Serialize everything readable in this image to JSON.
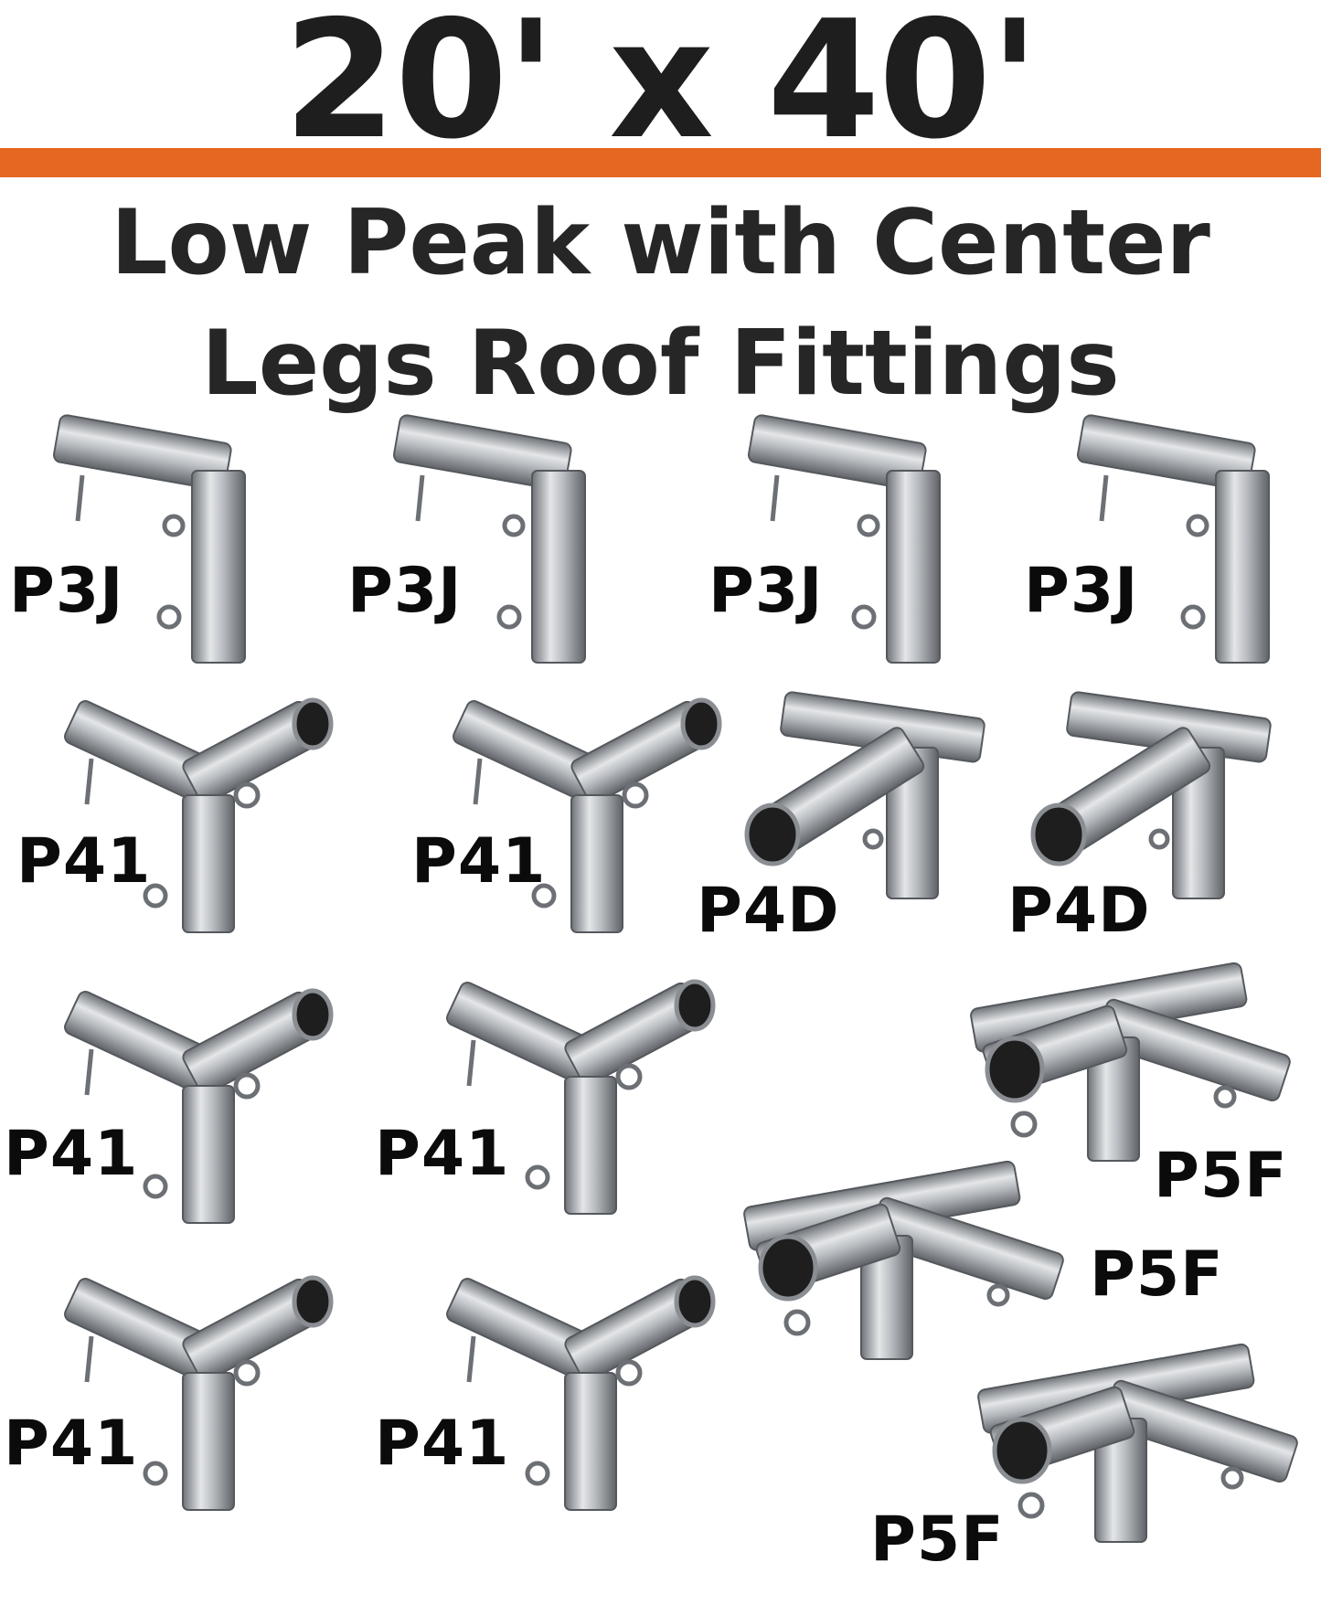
{
  "title": "20' x 40'",
  "subtitle_line1": "Low Peak with Center",
  "subtitle_line2": "Legs Roof Fittings",
  "colors": {
    "accent": "#e66721",
    "text": "#1e1e1e",
    "metal": "#a9adb2"
  },
  "fittings": [
    {
      "code": "P3J",
      "kind": "elbow"
    },
    {
      "code": "P3J",
      "kind": "elbow"
    },
    {
      "code": "P3J",
      "kind": "elbow"
    },
    {
      "code": "P3J",
      "kind": "elbow"
    },
    {
      "code": "P41",
      "kind": "y-fitting"
    },
    {
      "code": "P41",
      "kind": "y-fitting"
    },
    {
      "code": "P4D",
      "kind": "four-way"
    },
    {
      "code": "P4D",
      "kind": "four-way"
    },
    {
      "code": "P41",
      "kind": "y-fitting"
    },
    {
      "code": "P41",
      "kind": "y-fitting"
    },
    {
      "code": "P5F",
      "kind": "five-way"
    },
    {
      "code": "P5F",
      "kind": "five-way"
    },
    {
      "code": "P41",
      "kind": "y-fitting"
    },
    {
      "code": "P41",
      "kind": "y-fitting"
    },
    {
      "code": "P5F",
      "kind": "five-way"
    }
  ]
}
